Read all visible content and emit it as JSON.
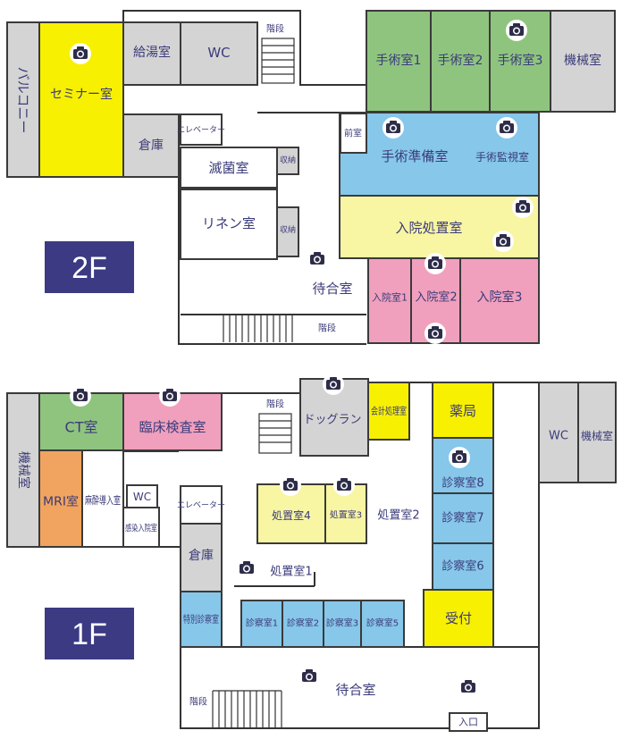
{
  "colors": {
    "gray": "#d4d4d4",
    "yellow": "#f7f000",
    "green": "#8fc47f",
    "blue": "#86c7ea",
    "cream": "#f8f5a3",
    "pink": "#f0a0bd",
    "orange": "#f1a45f",
    "white": "#ffffff",
    "badge": "#3b3a83",
    "text": "#3b3b7a"
  },
  "icons": {
    "camera": "camera-icon"
  },
  "floor2": {
    "label": "2F",
    "rooms": {
      "balcony": "バルコニー",
      "seminar": "セミナー室",
      "kyuto": "給湯室",
      "wc": "WC",
      "stairs_top": "階段",
      "souko": "倉庫",
      "elevator": "エレベーター",
      "mekkin": "滅菌室",
      "shuno1": "収納",
      "linen": "リネン室",
      "shuno2": "収納",
      "machiai": "待合室",
      "stairs_bottom": "階段",
      "shujutsu1": "手術室1",
      "shujutsu2": "手術室2",
      "shujutsu3": "手術室3",
      "kikai": "機械室",
      "zenshitsu": "前室",
      "junbi": "手術準備室",
      "kanshi": "手術監視室",
      "nyuin_shochi": "入院処置室",
      "nyuin1": "入院室1",
      "nyuin2": "入院室2",
      "nyuin3": "入院室3"
    }
  },
  "floor1": {
    "label": "1F",
    "rooms": {
      "kikai_left": "機械室",
      "ct": "CT室",
      "rinsho": "臨床検査室",
      "stairs": "階段",
      "dogrun": "ドッグラン",
      "kaikei": "会計処理室",
      "yakkyoku": "薬局",
      "wc_right": "WC",
      "kikai_right": "機械室",
      "mri": "MRI室",
      "masui": "麻酔導入室",
      "wc": "WC",
      "kansen": "感染入院室",
      "elevator": "エレベーター",
      "shochi4": "処置室4",
      "shochi3": "処置室3",
      "shochi2": "処置室2",
      "shinsatsu8": "診察室8",
      "shinsatsu7": "診察室7",
      "shinsatsu6": "診察室6",
      "souko": "倉庫",
      "shochi1": "処置室1",
      "tokubetsu": "特別診察室",
      "shinsatsu1": "診察室1",
      "shinsatsu2": "診察室2",
      "shinsatsu3": "診察室3",
      "shinsatsu5": "診察室5",
      "uketsuke": "受付",
      "machiai": "待合室",
      "stairs_bottom": "階段",
      "iriguchi": "入口"
    }
  }
}
